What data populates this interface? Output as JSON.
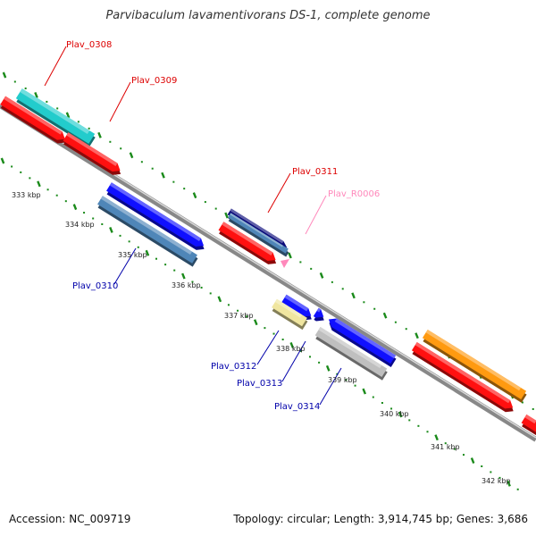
{
  "title": "Parvibaculum lavamentivorans DS-1, complete genome",
  "accession": "Accession: NC_009719",
  "summary": "Topology: circular; Length: 3,914,745 bp; Genes: 3,686",
  "ticks": [
    "333 kbp",
    "334 kbp",
    "335 kbp",
    "336 kbp",
    "337 kbp",
    "338 kbp",
    "339 kbp",
    "340 kbp",
    "341 kbp",
    "342 kbp"
  ],
  "gene_labels": [
    {
      "name": "Plav_0308",
      "color": "#dd0000"
    },
    {
      "name": "Plav_0309",
      "color": "#dd0000"
    },
    {
      "name": "Plav_0310",
      "color": "#0000aa"
    },
    {
      "name": "Plav_0311",
      "color": "#dd0000"
    },
    {
      "name": "Plav_R0006",
      "color": "#ff88bb"
    },
    {
      "name": "Plav_0312",
      "color": "#0000aa"
    },
    {
      "name": "Plav_0313",
      "color": "#0000aa"
    },
    {
      "name": "Plav_0314",
      "color": "#0000aa"
    }
  ],
  "colors": {
    "backbone": "#888888",
    "tick": "#1a8a1a",
    "red": "#ff1010",
    "cyan": "#22cccc",
    "blue": "#1010ff",
    "steel": "#4f86b8",
    "navy": "#0a0a7a",
    "khaki": "#f0e6a0",
    "silver": "#bfbfbf",
    "orange": "#ff9a10",
    "pink": "#ff88bb"
  }
}
